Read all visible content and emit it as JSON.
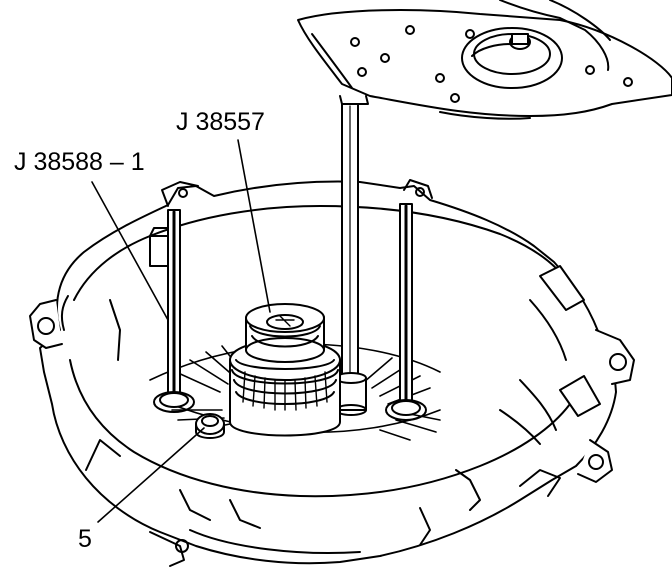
{
  "labels": {
    "tool_a": "J 38557",
    "tool_b": "J 38588 – 1",
    "item": "5"
  },
  "colors": {
    "ink": "#000000",
    "paper": "#ffffff"
  }
}
